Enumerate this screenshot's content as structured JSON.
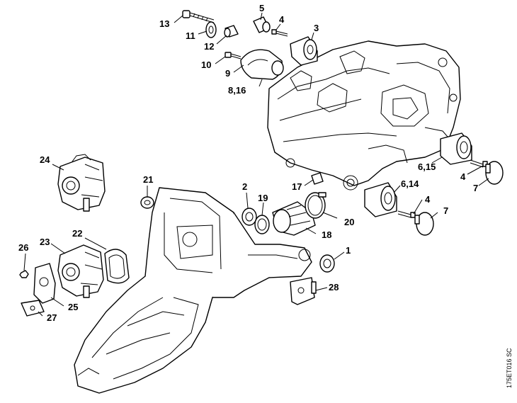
{
  "diagram": {
    "reference_code": "175ET016 SC",
    "callouts": [
      {
        "id": "c13",
        "label": "13"
      },
      {
        "id": "c11",
        "label": "11"
      },
      {
        "id": "c12",
        "label": "12"
      },
      {
        "id": "c5",
        "label": "5"
      },
      {
        "id": "c4a",
        "label": "4"
      },
      {
        "id": "c3",
        "label": "3"
      },
      {
        "id": "c10",
        "label": "10"
      },
      {
        "id": "c9",
        "label": "9"
      },
      {
        "id": "c816",
        "label": "8,16"
      },
      {
        "id": "c24",
        "label": "24"
      },
      {
        "id": "c21",
        "label": "21"
      },
      {
        "id": "c2",
        "label": "2"
      },
      {
        "id": "c19",
        "label": "19"
      },
      {
        "id": "c17",
        "label": "17"
      },
      {
        "id": "c615",
        "label": "6,15"
      },
      {
        "id": "c4b",
        "label": "4"
      },
      {
        "id": "c7a",
        "label": "7"
      },
      {
        "id": "c614",
        "label": "6,14"
      },
      {
        "id": "c4c",
        "label": "4"
      },
      {
        "id": "c7b",
        "label": "7"
      },
      {
        "id": "c20",
        "label": "20"
      },
      {
        "id": "c18",
        "label": "18"
      },
      {
        "id": "c22",
        "label": "22"
      },
      {
        "id": "c23",
        "label": "23"
      },
      {
        "id": "c26",
        "label": "26"
      },
      {
        "id": "c1",
        "label": "1"
      },
      {
        "id": "c28",
        "label": "28"
      },
      {
        "id": "c25",
        "label": "25"
      },
      {
        "id": "c27",
        "label": "27"
      }
    ]
  }
}
